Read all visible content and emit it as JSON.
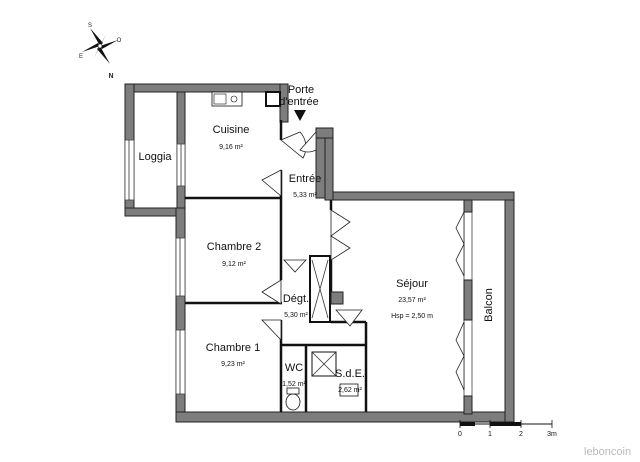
{
  "compass": {
    "n": "N",
    "s": "S",
    "e": "E",
    "o": "O"
  },
  "entrance": {
    "line1": "Porte",
    "line2": "d'entrée"
  },
  "rooms": [
    {
      "name": "Cuisine",
      "area": "9,16 m²"
    },
    {
      "name": "Loggia"
    },
    {
      "name": "Entrée",
      "area": "5,33 m²"
    },
    {
      "name": "Chambre 2",
      "area": "9,12 m²"
    },
    {
      "name": "Séjour",
      "area": "23,57 m²",
      "note": "Hsp = 2,50 m"
    },
    {
      "name": "Balcon"
    },
    {
      "name": "Dégt.",
      "area": "5,30 m²"
    },
    {
      "name": "Chambre 1",
      "area": "9,23 m²"
    },
    {
      "name": "WC",
      "area": "1,52 m²"
    },
    {
      "name": "S.d.E.",
      "area": "2,62 m²"
    }
  ],
  "scale": {
    "labels": [
      "0",
      "1",
      "2",
      "3m"
    ]
  },
  "watermark": "leboncoin"
}
